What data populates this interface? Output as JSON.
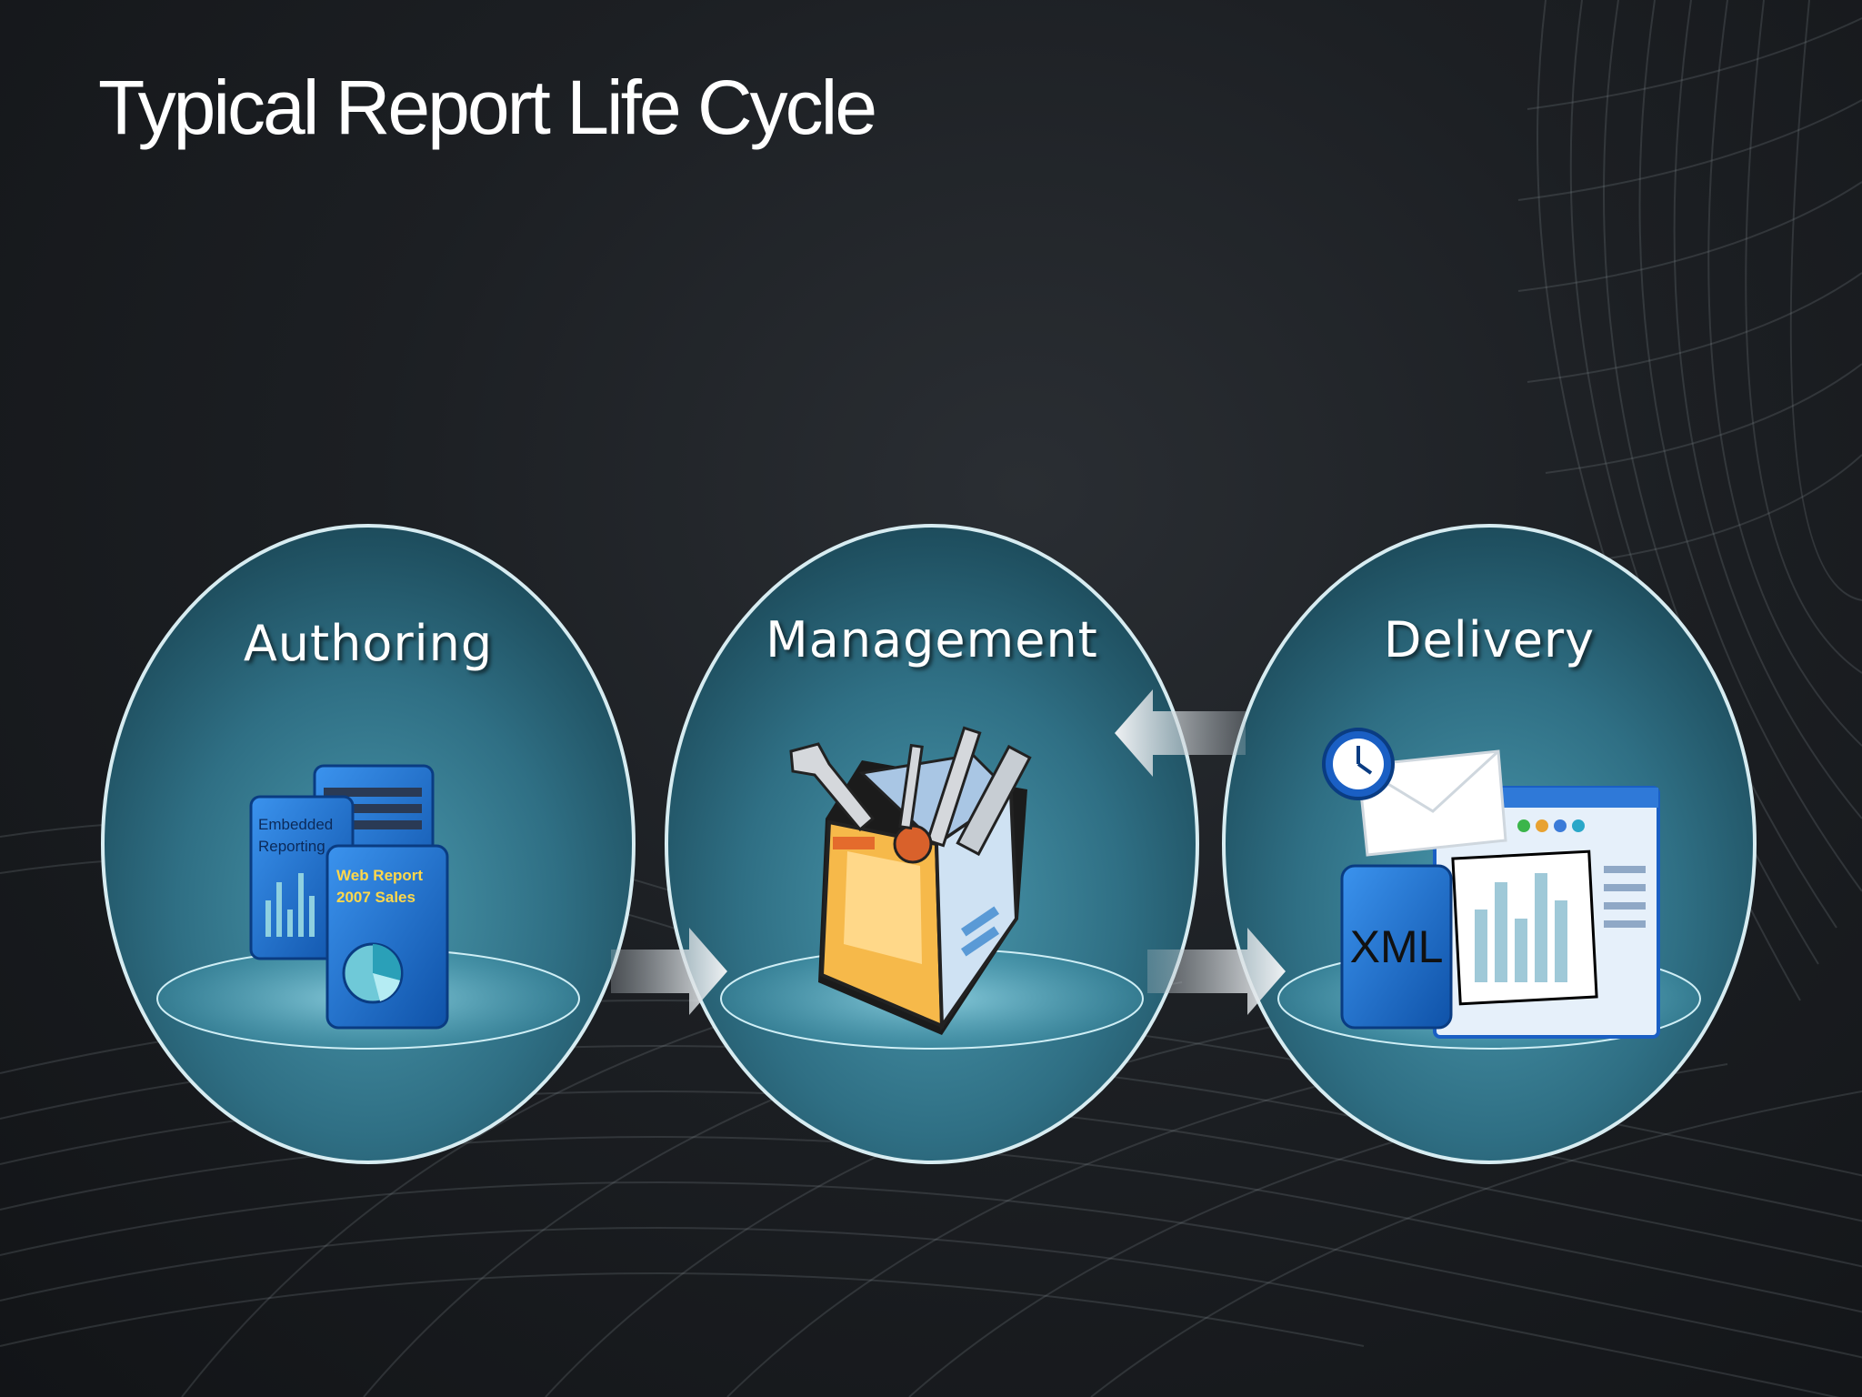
{
  "slide": {
    "title": "Typical Report Life Cycle"
  },
  "stages": [
    {
      "label": "Authoring",
      "icon": "report-documents-icon",
      "doc_text_1": "Embedded",
      "doc_text_2": "Reporting",
      "doc_text_3": "Web Report",
      "doc_text_4": "2007 Sales"
    },
    {
      "label": "Management",
      "icon": "toolbox-icon"
    },
    {
      "label": "Delivery",
      "icon": "delivery-icon",
      "xml_text": "XML"
    }
  ],
  "colors": {
    "circle_fill": "#3b7f95",
    "circle_edge": "#d7ecf1",
    "arrow": "#dde2e6",
    "doc_blue": "#1f73d6",
    "box_orange": "#f4a93a"
  }
}
